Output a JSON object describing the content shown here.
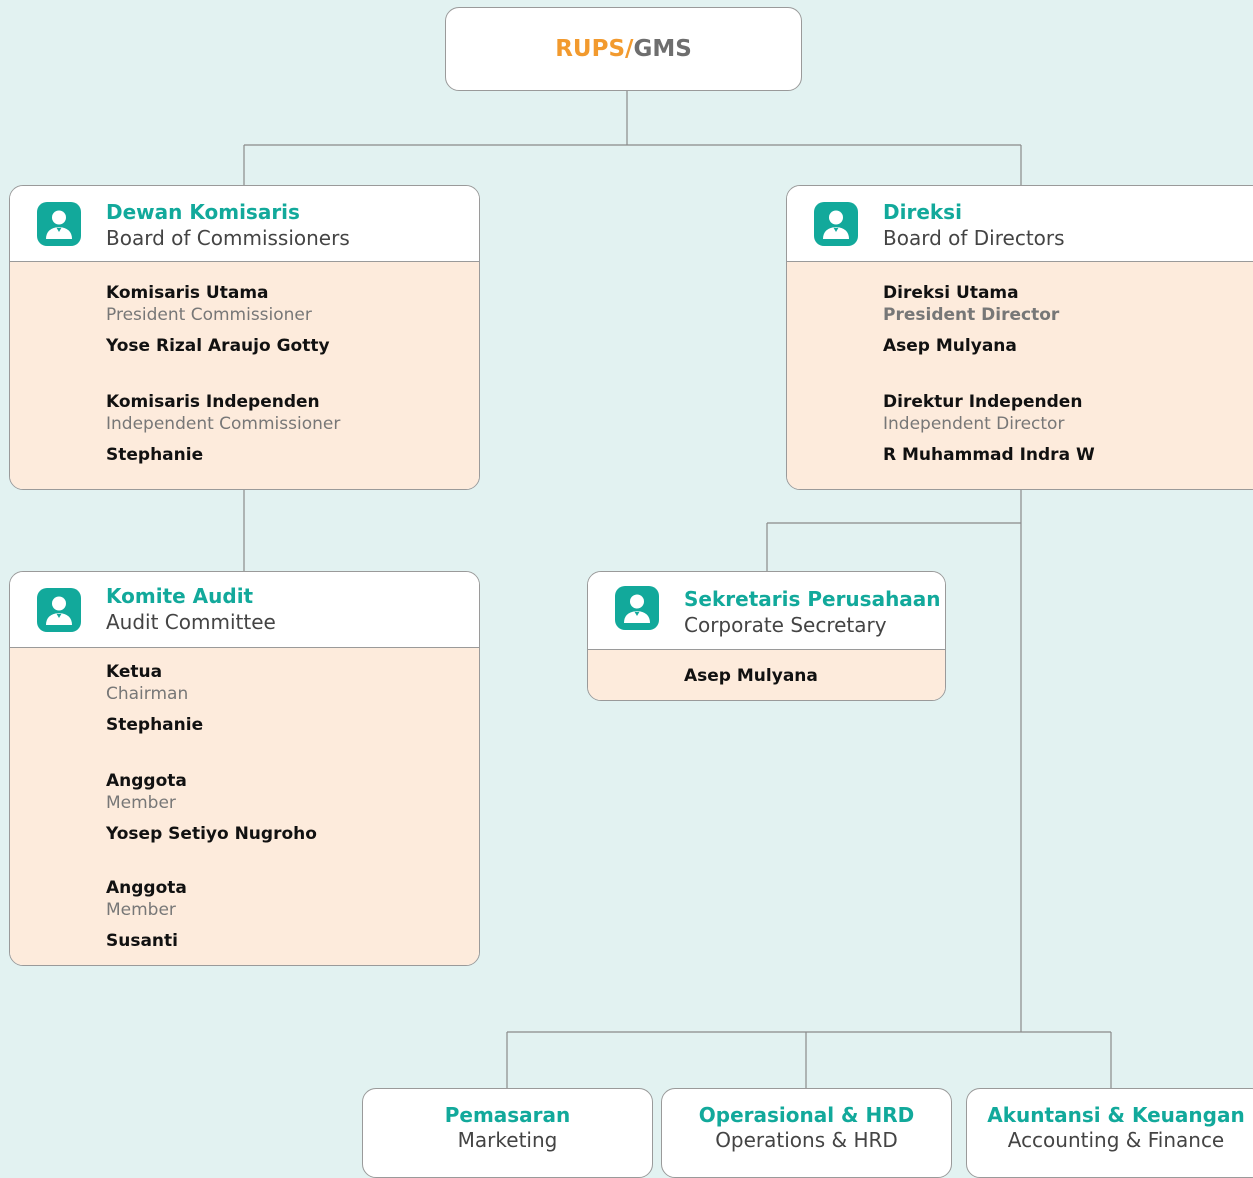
{
  "top": {
    "part1": "RUPS/",
    "part2": "GMS"
  },
  "commissioners": {
    "title": "Dewan Komisaris",
    "subtitle": "Board of Commissioners",
    "members": [
      {
        "role_id": "Komisaris Utama",
        "role_en": "President Commissioner",
        "name": "Yose Rizal Araujo Gotty"
      },
      {
        "role_id": "Komisaris Independen",
        "role_en": "Independent Commissioner",
        "name": "Stephanie"
      }
    ]
  },
  "directors": {
    "title": "Direksi",
    "subtitle": "Board of Directors",
    "members": [
      {
        "role_id": "Direksi Utama",
        "role_en": "President Director",
        "name": "Asep Mulyana"
      },
      {
        "role_id": "Direktur Independen",
        "role_en": "Independent Director",
        "name": "R Muhammad Indra W"
      }
    ]
  },
  "audit": {
    "title": "Komite Audit",
    "subtitle": "Audit Committee",
    "members": [
      {
        "role_id": "Ketua",
        "role_en": "Chairman",
        "name": "Stephanie"
      },
      {
        "role_id": "Anggota",
        "role_en": "Member",
        "name": "Yosep Setiyo Nugroho"
      },
      {
        "role_id": "Anggota",
        "role_en": "Member",
        "name": "Susanti"
      }
    ]
  },
  "secretary": {
    "title": "Sekretaris Perusahaan",
    "subtitle": "Corporate Secretary",
    "name": "Asep Mulyana"
  },
  "departments": [
    {
      "title": "Pemasaran",
      "subtitle": "Marketing"
    },
    {
      "title": "Operasional & HRD",
      "subtitle": "Operations & HRD"
    },
    {
      "title": "Akuntansi & Keuangan",
      "subtitle": "Accounting & Finance"
    }
  ],
  "colors": {
    "accent": "#12a99b",
    "orange": "#f29a2e",
    "card_body": "#fdebdc",
    "background": "#e2f2f1"
  },
  "icons": {
    "avatar": "person-avatar-icon"
  }
}
